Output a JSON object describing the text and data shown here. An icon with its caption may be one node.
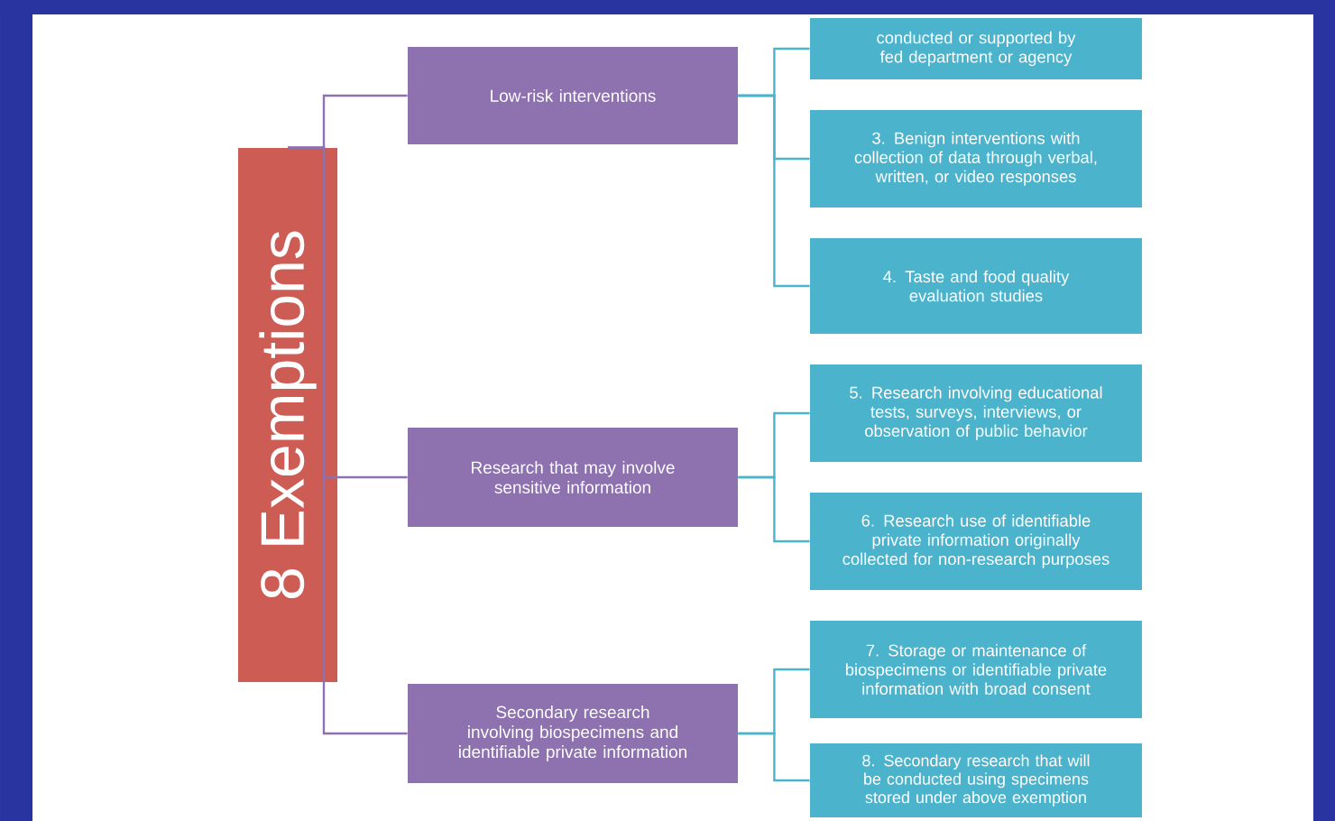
{
  "diagram": {
    "nodes": [
      {
        "text": [
          "8 Exemptions"
        ]
      },
      {
        "text": [
          "Low-risk interventions"
        ]
      },
      {
        "text": [
          "Research that may involve sensitive information"
        ]
      },
      {
        "text": [
          "Secondary research involving biospecimens and identifiable private information"
        ]
      },
      {
        "text": [
          "conducted or supported by fed department or agency"
        ]
      },
      {
        "text": [
          "3. Benign interventions with collection of data through verbal, written, or video responses"
        ]
      },
      {
        "text": [
          "4. Taste and food quality evaluation studies"
        ]
      },
      {
        "text": [
          "5. Research involving educational tests, surveys, interviews, or observation of public behavior"
        ]
      },
      {
        "text": [
          "6. Research use of identifiable private information originally collected for non-research purposes"
        ]
      },
      {
        "text": [
          "7. Storage or maintenance of biospecimens or identifiable private information with broad consent"
        ]
      },
      {
        "text": [
          "8. Secondary research that will be conducted using specimens stored under above exemption"
        ]
      }
    ],
    "edges": [
      {
        "from": 0,
        "to": 1,
        "arrow": "none",
        "color": "#8e72b0"
      },
      {
        "from": 0,
        "to": 2,
        "arrow": "none",
        "color": "#8e72b0"
      },
      {
        "from": 0,
        "to": 3,
        "arrow": "none",
        "color": "#8e72b0"
      },
      {
        "from": 1,
        "to": 4,
        "arrow": "none"
      },
      {
        "from": 1,
        "to": 5,
        "arrow": "none"
      },
      {
        "from": 1,
        "to": 6,
        "arrow": "none"
      },
      {
        "from": 2,
        "to": 7,
        "arrow": "none"
      },
      {
        "from": 2,
        "to": 8,
        "arrow": "none"
      },
      {
        "from": 3,
        "to": 9,
        "arrow": "none"
      },
      {
        "from": 3,
        "to": 10,
        "arrow": "none"
      }
    ]
  }
}
